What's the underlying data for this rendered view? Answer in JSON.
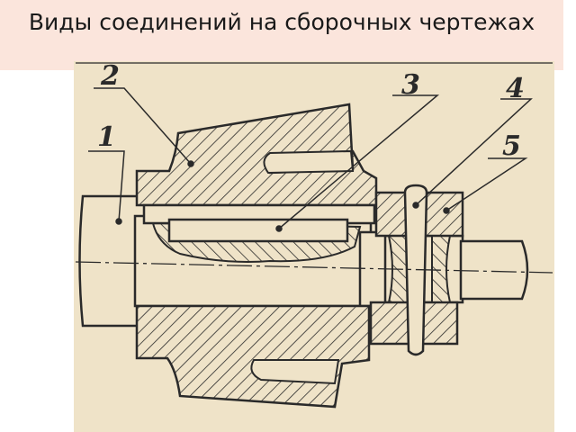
{
  "title": "Виды соединений на сборочных чертежах",
  "drawing": {
    "labels": [
      "1",
      "2",
      "3",
      "4",
      "5"
    ],
    "colors": {
      "paper": "#efe3c8",
      "ink": "#2a2a2a",
      "header": "#fbe5dc",
      "fill": "#e6d8b6"
    }
  }
}
